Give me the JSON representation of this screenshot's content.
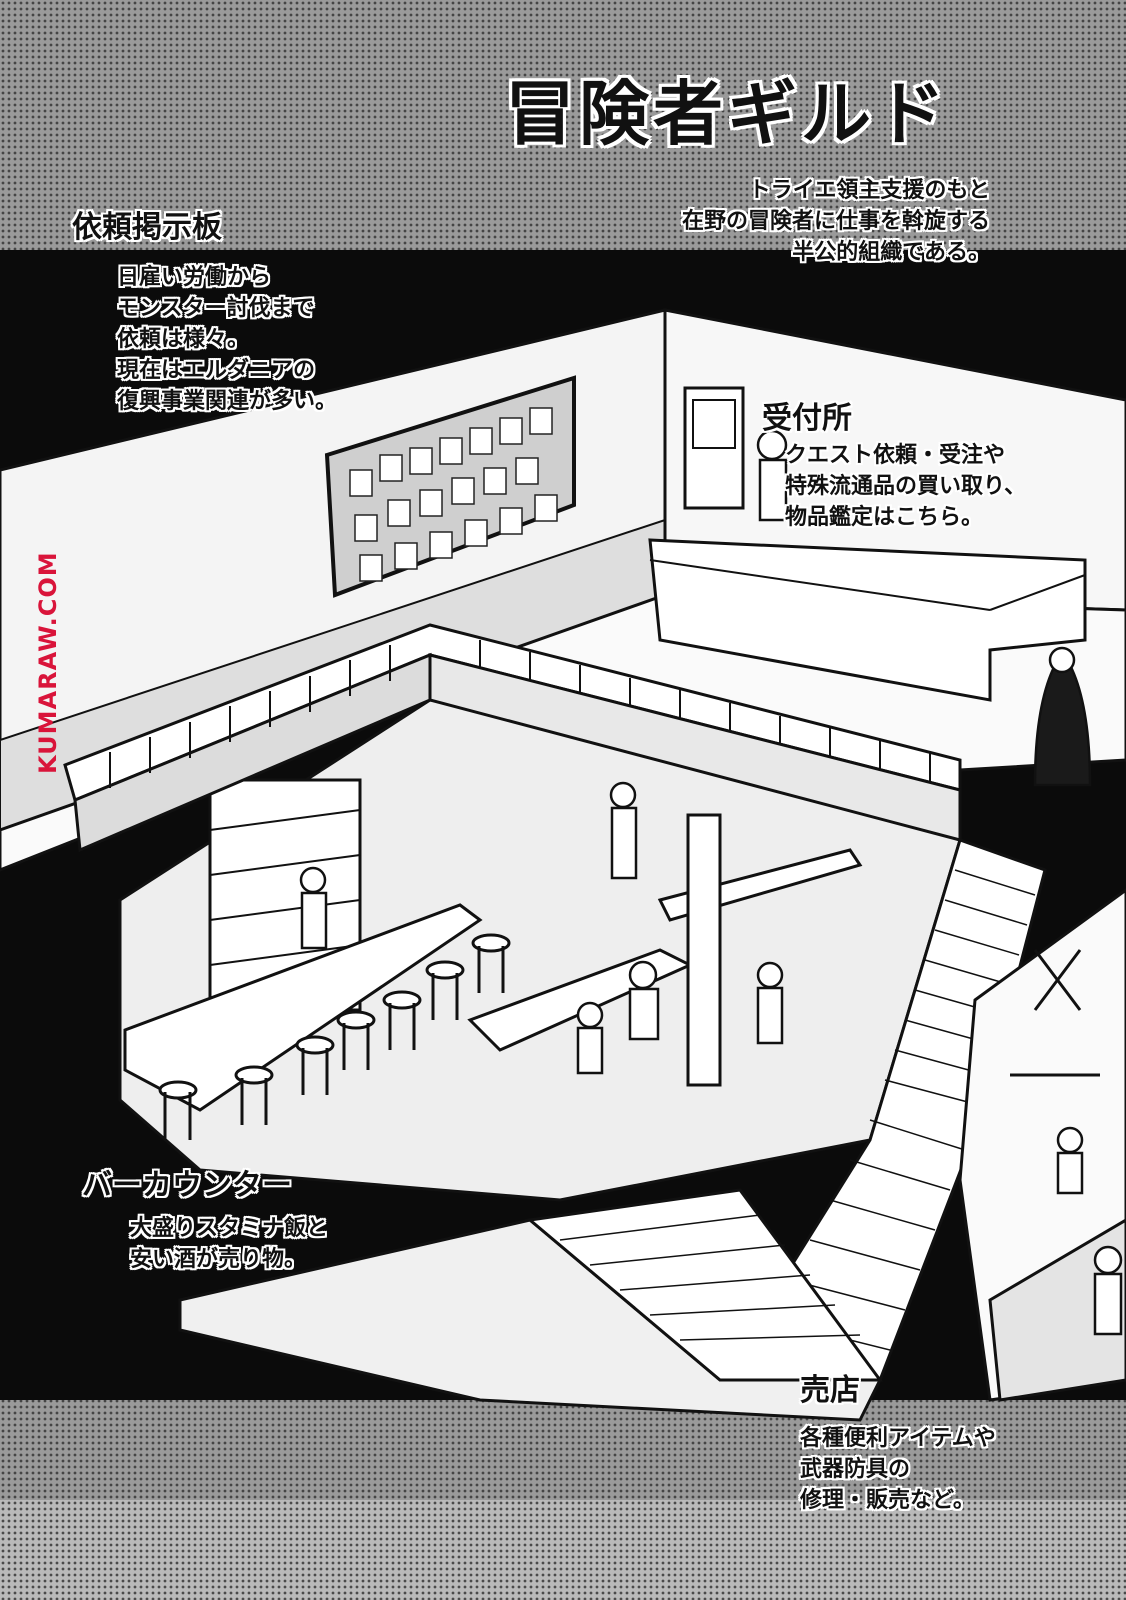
{
  "title": "冒険者ギルド",
  "intro": {
    "lines": [
      "トライエ領主支援のもと",
      "在野の冒険者に仕事を斡旋する",
      "半公的組織である。"
    ]
  },
  "quest_board": {
    "heading": "依頼掲示板",
    "lines": [
      "日雇い労働から",
      "モンスター討伐まで",
      "依頼は様々。",
      "現在はエルダニアの",
      "復興事業関連が多い。"
    ]
  },
  "reception": {
    "heading": "受付所",
    "lines": [
      "クエスト依頼・受注や",
      "特殊流通品の買い取り、",
      "物品鑑定はこちら。"
    ]
  },
  "bar_counter": {
    "heading": "バーカウンター",
    "lines": [
      "大盛りスタミナ飯と",
      "安い酒が売り物。"
    ]
  },
  "shop": {
    "heading": "売店",
    "lines": [
      "各種便利アイテムや",
      "武器防具の",
      "修理・販売など。"
    ]
  },
  "watermark": "KUMARAW.COM"
}
